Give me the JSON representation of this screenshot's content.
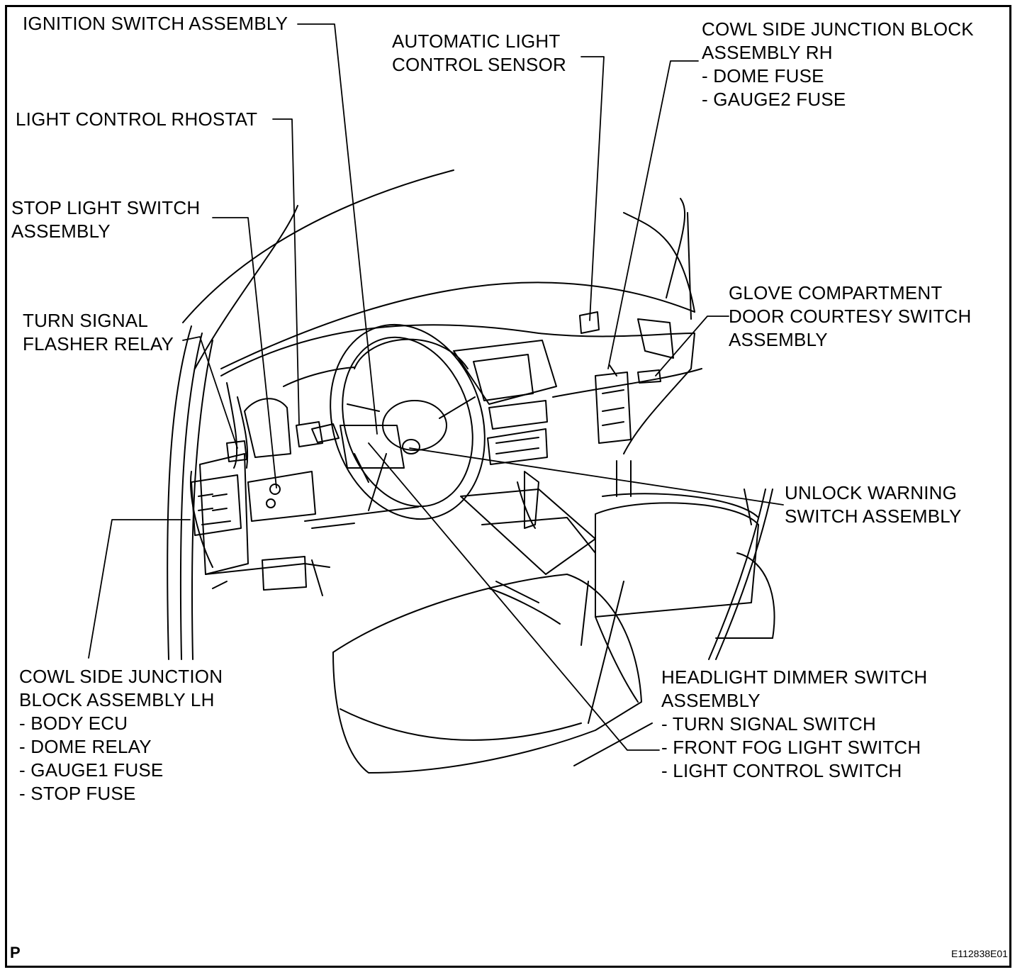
{
  "diagram": {
    "figure_id": "E112838E01",
    "page_mark": "P",
    "labels": {
      "ignition_switch": [
        "IGNITION SWITCH ASSEMBLY"
      ],
      "automatic_light_sensor": [
        "AUTOMATIC LIGHT",
        "CONTROL SENSOR"
      ],
      "cowl_junction_rh": [
        "COWL SIDE JUNCTION BLOCK",
        "ASSEMBLY RH",
        "- DOME FUSE",
        "- GAUGE2 FUSE"
      ],
      "light_control_rheostat": [
        "LIGHT CONTROL RHOSTAT"
      ],
      "stop_light_switch": [
        "STOP LIGHT SWITCH",
        "ASSEMBLY"
      ],
      "glove_compartment_switch": [
        "GLOVE COMPARTMENT",
        "DOOR COURTESY SWITCH",
        "ASSEMBLY"
      ],
      "turn_signal_flasher": [
        "TURN SIGNAL",
        "FLASHER RELAY"
      ],
      "unlock_warning_switch": [
        "UNLOCK WARNING",
        "SWITCH ASSEMBLY"
      ],
      "cowl_junction_lh": [
        "COWL SIDE JUNCTION",
        "BLOCK ASSEMBLY LH",
        "- BODY ECU",
        "- DOME RELAY",
        "- GAUGE1 FUSE",
        "- STOP FUSE"
      ],
      "headlight_dimmer_switch": [
        "HEADLIGHT DIMMER SWITCH",
        "ASSEMBLY",
        "- TURN SIGNAL SWITCH",
        "- FRONT FOG LIGHT SWITCH",
        "- LIGHT CONTROL SWITCH"
      ]
    }
  }
}
